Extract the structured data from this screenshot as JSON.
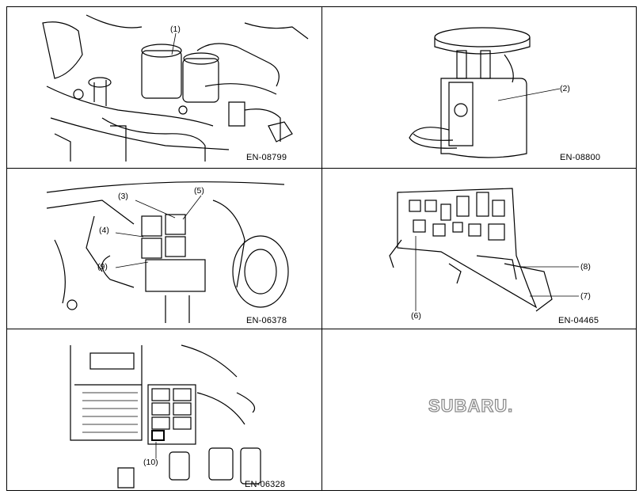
{
  "panels": [
    {
      "figure_id": "EN-08799",
      "callouts": [
        "(1)"
      ]
    },
    {
      "figure_id": "EN-08800",
      "callouts": [
        "(2)"
      ]
    },
    {
      "figure_id": "EN-06378",
      "callouts": [
        "(3)",
        "(4)",
        "(5)",
        "(9)"
      ]
    },
    {
      "figure_id": "EN-04465",
      "callouts": [
        "(6)",
        "(7)",
        "(8)"
      ]
    },
    {
      "figure_id": "EN-06328",
      "callouts": [
        "(10)"
      ]
    }
  ],
  "brand": {
    "logo_text": "SUBARU."
  }
}
